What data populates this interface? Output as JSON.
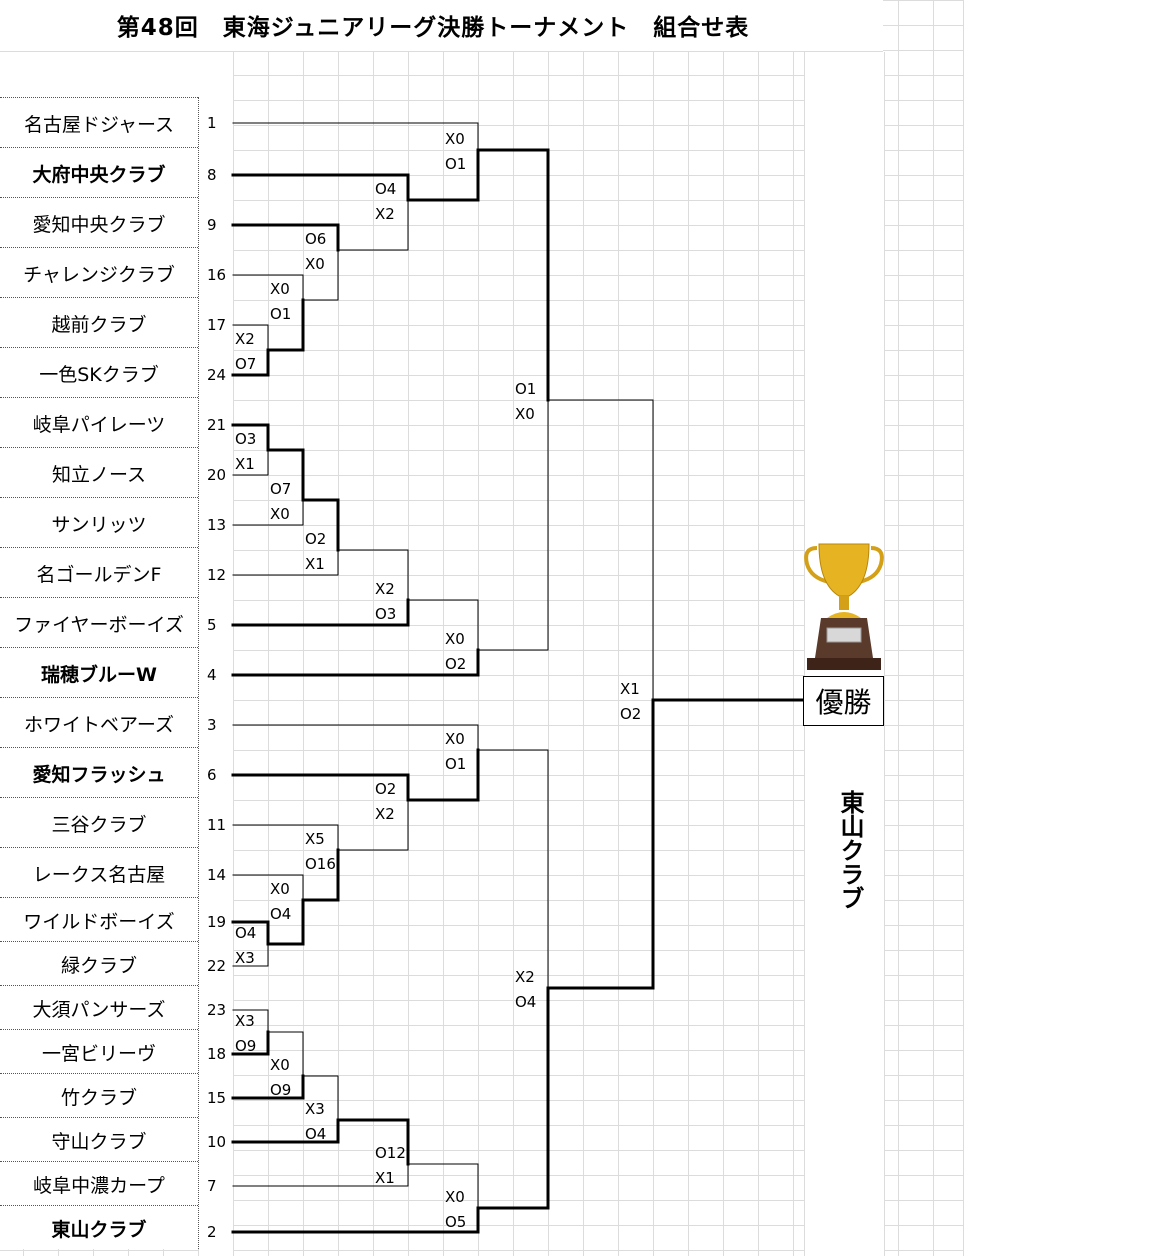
{
  "title": "第48回　東海ジュニアリーグ決勝トーナメント　組合せ表",
  "teams": [
    {
      "name": "名古屋ドジャース",
      "seed": "1",
      "seeded": false
    },
    {
      "name": "大府中央クラブ",
      "seed": "8",
      "seeded": true
    },
    {
      "name": "愛知中央クラブ",
      "seed": "9",
      "seeded": false
    },
    {
      "name": "チャレンジクラブ",
      "seed": "16",
      "seeded": false
    },
    {
      "name": "越前クラブ",
      "seed": "17",
      "seeded": false
    },
    {
      "name": "一色SKクラブ",
      "seed": "24",
      "seeded": false
    },
    {
      "name": "岐阜パイレーツ",
      "seed": "21",
      "seeded": false
    },
    {
      "name": "知立ノース",
      "seed": "20",
      "seeded": false
    },
    {
      "name": "サンリッツ",
      "seed": "13",
      "seeded": false
    },
    {
      "name": "名ゴールデンF",
      "seed": "12",
      "seeded": false
    },
    {
      "name": "ファイヤーボーイズ",
      "seed": "5",
      "seeded": false
    },
    {
      "name": "瑞穂ブルーW",
      "seed": "4",
      "seeded": true
    },
    {
      "name": "ホワイトベアーズ",
      "seed": "3",
      "seeded": false
    },
    {
      "name": "愛知フラッシュ",
      "seed": "6",
      "seeded": true
    },
    {
      "name": "三谷クラブ",
      "seed": "11",
      "seeded": false
    },
    {
      "name": "レークス名古屋",
      "seed": "14",
      "seeded": false
    },
    {
      "name": "ワイルドボーイズ",
      "seed": "19",
      "seeded": false
    },
    {
      "name": "緑クラブ",
      "seed": "22",
      "seeded": false
    },
    {
      "name": "大須パンサーズ",
      "seed": "23",
      "seeded": false
    },
    {
      "name": "一宮ビリーヴ",
      "seed": "18",
      "seeded": false
    },
    {
      "name": "竹クラブ",
      "seed": "15",
      "seeded": false
    },
    {
      "name": "守山クラブ",
      "seed": "10",
      "seeded": false
    },
    {
      "name": "岐阜中濃カープ",
      "seed": "7",
      "seeded": false
    },
    {
      "name": "東山クラブ",
      "seed": "2",
      "seeded": true
    }
  ],
  "matches": [
    {
      "id": "a",
      "top": "t4",
      "bottom": "t5",
      "scores": [
        "X2",
        "O7"
      ]
    },
    {
      "id": "b",
      "top": "t3",
      "bottom": "a",
      "scores": [
        "X0",
        "O1"
      ]
    },
    {
      "id": "c",
      "top": "t2",
      "bottom": "b",
      "scores": [
        "O6",
        "X0"
      ]
    },
    {
      "id": "d",
      "top": "t1",
      "bottom": "c",
      "scores": [
        "O4",
        "X2"
      ]
    },
    {
      "id": "e",
      "top": "t0",
      "bottom": "d",
      "scores": [
        "X0",
        "O1"
      ]
    },
    {
      "id": "f",
      "top": "t6",
      "bottom": "t7",
      "scores": [
        "O3",
        "X1"
      ]
    },
    {
      "id": "g",
      "top": "f",
      "bottom": "t8",
      "scores": [
        "O7",
        "X0"
      ]
    },
    {
      "id": "h",
      "top": "g",
      "bottom": "t9",
      "scores": [
        "O2",
        "X1"
      ]
    },
    {
      "id": "i",
      "top": "h",
      "bottom": "t10",
      "scores": [
        "X2",
        "O3"
      ]
    },
    {
      "id": "j",
      "top": "i",
      "bottom": "t11",
      "scores": [
        "X0",
        "O2"
      ]
    },
    {
      "id": "k",
      "top": "e",
      "bottom": "j",
      "scores": [
        "O1",
        "X0"
      ]
    },
    {
      "id": "p",
      "top": "t16",
      "bottom": "t17",
      "scores": [
        "O4",
        "X3"
      ]
    },
    {
      "id": "o",
      "top": "t15",
      "bottom": "p",
      "scores": [
        "X0",
        "O4"
      ]
    },
    {
      "id": "n",
      "top": "t14",
      "bottom": "o",
      "scores": [
        "X5",
        "O16"
      ]
    },
    {
      "id": "m",
      "top": "t13",
      "bottom": "n",
      "scores": [
        "O2",
        "X2"
      ]
    },
    {
      "id": "l",
      "top": "t12",
      "bottom": "m",
      "scores": [
        "X0",
        "O1"
      ]
    },
    {
      "id": "q",
      "top": "t18",
      "bottom": "t19",
      "scores": [
        "X3",
        "O9"
      ]
    },
    {
      "id": "r",
      "top": "q",
      "bottom": "t20",
      "scores": [
        "X0",
        "O9"
      ]
    },
    {
      "id": "s",
      "top": "r",
      "bottom": "t21",
      "scores": [
        "X3",
        "O4"
      ]
    },
    {
      "id": "t",
      "top": "s",
      "bottom": "t22",
      "scores": [
        "O12",
        "X1"
      ]
    },
    {
      "id": "u",
      "top": "t",
      "bottom": "t23",
      "scores": [
        "X0",
        "O5"
      ]
    },
    {
      "id": "v",
      "top": "l",
      "bottom": "u",
      "scores": [
        "X2",
        "O4"
      ]
    },
    {
      "id": "final",
      "top": "k",
      "bottom": "v",
      "scores": [
        "X1",
        "O2"
      ]
    }
  ],
  "champion_label": "優勝",
  "champion": "東山クラブ",
  "trophy_icon": "trophy-icon",
  "colors": {
    "line": "#000000",
    "grid": "#dcdcdc",
    "trophy_gold": "#e6b422",
    "trophy_base": "#5a3a2a"
  }
}
